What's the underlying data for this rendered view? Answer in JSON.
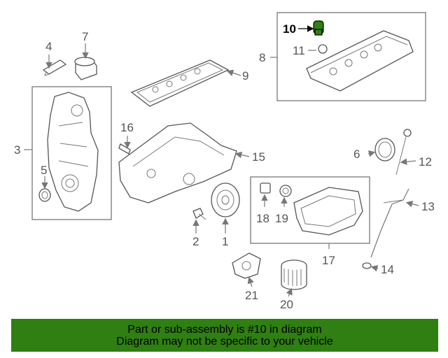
{
  "diagram": {
    "highlighted_part": "10",
    "highlight_color": "#2f7f12",
    "callouts": [
      "1",
      "2",
      "3",
      "4",
      "5",
      "6",
      "7",
      "8",
      "9",
      "10",
      "11",
      "12",
      "13",
      "14",
      "15",
      "16",
      "17",
      "18",
      "19",
      "20",
      "21"
    ]
  },
  "banner": {
    "line1": "Part or sub-assembly is #10 in diagram",
    "line2": "Diagram may not be specific to your vehicle",
    "background": "#2f7f12"
  }
}
